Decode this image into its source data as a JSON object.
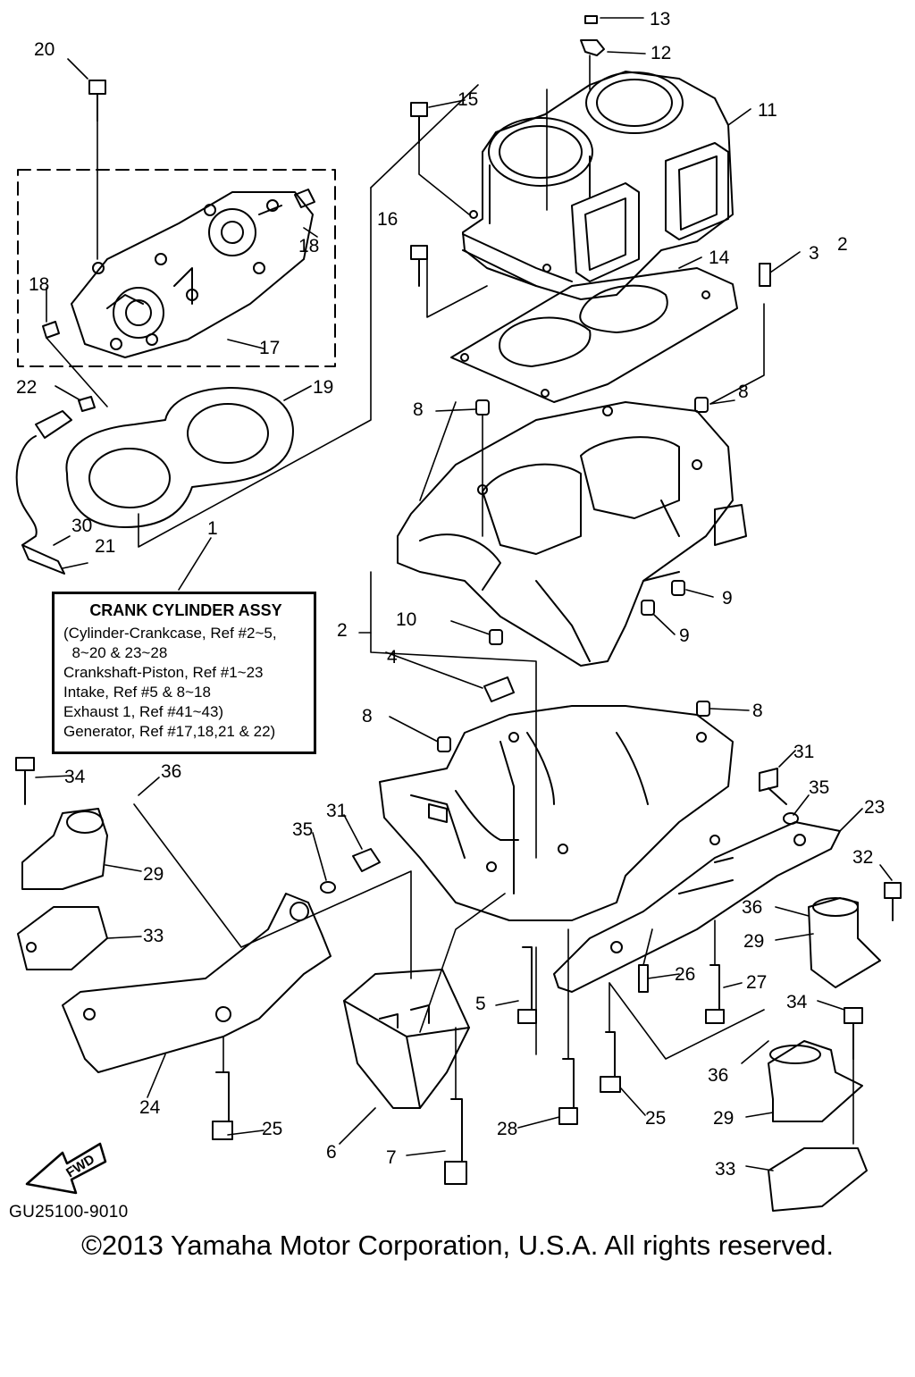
{
  "diagram": {
    "callouts": [
      {
        "label": "1"
      },
      {
        "label": "2"
      },
      {
        "label": "2"
      },
      {
        "label": "3"
      },
      {
        "label": "4"
      },
      {
        "label": "5"
      },
      {
        "label": "6"
      },
      {
        "label": "7"
      },
      {
        "label": "8"
      },
      {
        "label": "8"
      },
      {
        "label": "8"
      },
      {
        "label": "8"
      },
      {
        "label": "9"
      },
      {
        "label": "9"
      },
      {
        "label": "10"
      },
      {
        "label": "11"
      },
      {
        "label": "12"
      },
      {
        "label": "13"
      },
      {
        "label": "14"
      },
      {
        "label": "15"
      },
      {
        "label": "16"
      },
      {
        "label": "17"
      },
      {
        "label": "18"
      },
      {
        "label": "18"
      },
      {
        "label": "19"
      },
      {
        "label": "20"
      },
      {
        "label": "21"
      },
      {
        "label": "22"
      },
      {
        "label": "23"
      },
      {
        "label": "24"
      },
      {
        "label": "25"
      },
      {
        "label": "25"
      },
      {
        "label": "26"
      },
      {
        "label": "27"
      },
      {
        "label": "28"
      },
      {
        "label": "29"
      },
      {
        "label": "29"
      },
      {
        "label": "29"
      },
      {
        "label": "30"
      },
      {
        "label": "31"
      },
      {
        "label": "31"
      },
      {
        "label": "32"
      },
      {
        "label": "33"
      },
      {
        "label": "33"
      },
      {
        "label": "34"
      },
      {
        "label": "34"
      },
      {
        "label": "35"
      },
      {
        "label": "35"
      },
      {
        "label": "36"
      },
      {
        "label": "36"
      },
      {
        "label": "36"
      }
    ],
    "legend": {
      "title": "CRANK CYLINDER ASSY",
      "lines": [
        "(Cylinder-Crankcase, Ref #2~5,",
        "  8~20 & 23~28",
        "Crankshaft-Piston, Ref #1~23",
        "Intake, Ref #5 & 8~18",
        "Exhaust 1, Ref #41~43)",
        "Generator, Ref #17,18,21 & 22)"
      ]
    },
    "fwd_label": "FWD",
    "drawing_id": "GU25100-9010",
    "copyright": "©2013 Yamaha Motor Corporation, U.S.A. All rights reserved."
  }
}
